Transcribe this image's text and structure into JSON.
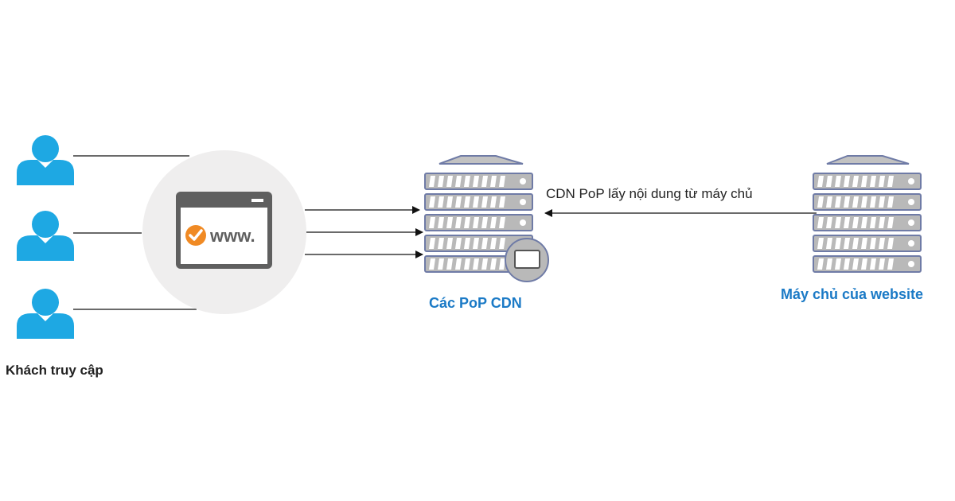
{
  "diagram": {
    "visitors": {
      "label": "Khách truy cập",
      "icon": "user-icon",
      "count": 3
    },
    "browser": {
      "icon": "browser-window-icon",
      "check_icon": "checkmark-circle-icon",
      "text": "www."
    },
    "cdn": {
      "label": "Các PoP CDN",
      "icon": "server-rack-icon",
      "badge_icon": "monitor-badge-icon"
    },
    "origin": {
      "label": "Máy chủ của website",
      "icon": "server-rack-icon"
    },
    "edge": {
      "label": "CDN PoP lấy nội dung từ máy chủ"
    },
    "colors": {
      "user": "#1ea8e3",
      "label_blue": "#1b7ac6",
      "server_body": "#b9b9b9",
      "server_outline": "#6f7ba6",
      "check": "#f08a24",
      "browser_frame": "#5f5f5f",
      "circle_bg": "#efeeee"
    }
  }
}
